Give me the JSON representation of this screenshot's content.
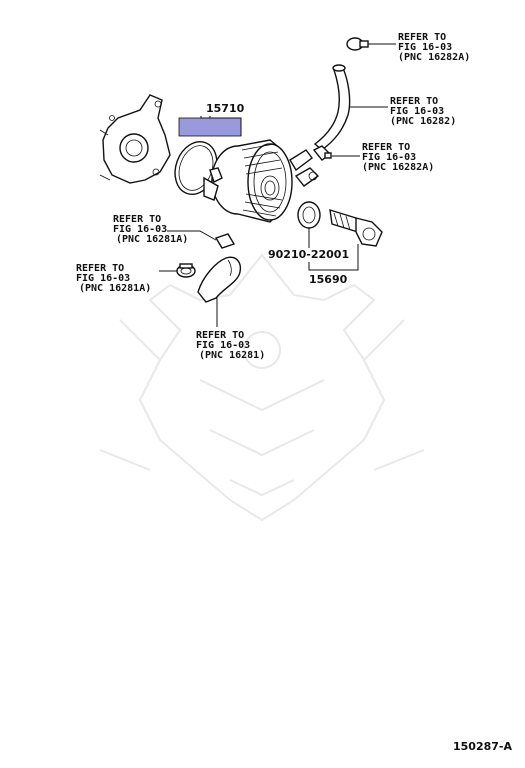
{
  "parts": {
    "p15710": "15710",
    "p90210": "90210-22001",
    "p15690": "15690"
  },
  "refs": [
    {
      "l1": "REFER TO",
      "l2": "FIG 16-03",
      "l3": "(PNC 16282A)"
    },
    {
      "l1": "REFER TO",
      "l2": "FIG 16-03",
      "l3": "(PNC 16282)"
    },
    {
      "l1": "REFER TO",
      "l2": "FIG 16-03",
      "l3": "(PNC 16282A)"
    },
    {
      "l1": "REFER TO",
      "l2": "FIG 16-03",
      "l3": "(PNC 16281A)"
    },
    {
      "l1": "REFER TO",
      "l2": "FIG 16-03",
      "l3": "(PNC 16281A)"
    },
    {
      "l1": "REFER TO",
      "l2": "FIG 16-03",
      "l3": "(PNC 16281)"
    }
  ],
  "highlight_color": "#9999dd",
  "diagram_id": "150287-A"
}
